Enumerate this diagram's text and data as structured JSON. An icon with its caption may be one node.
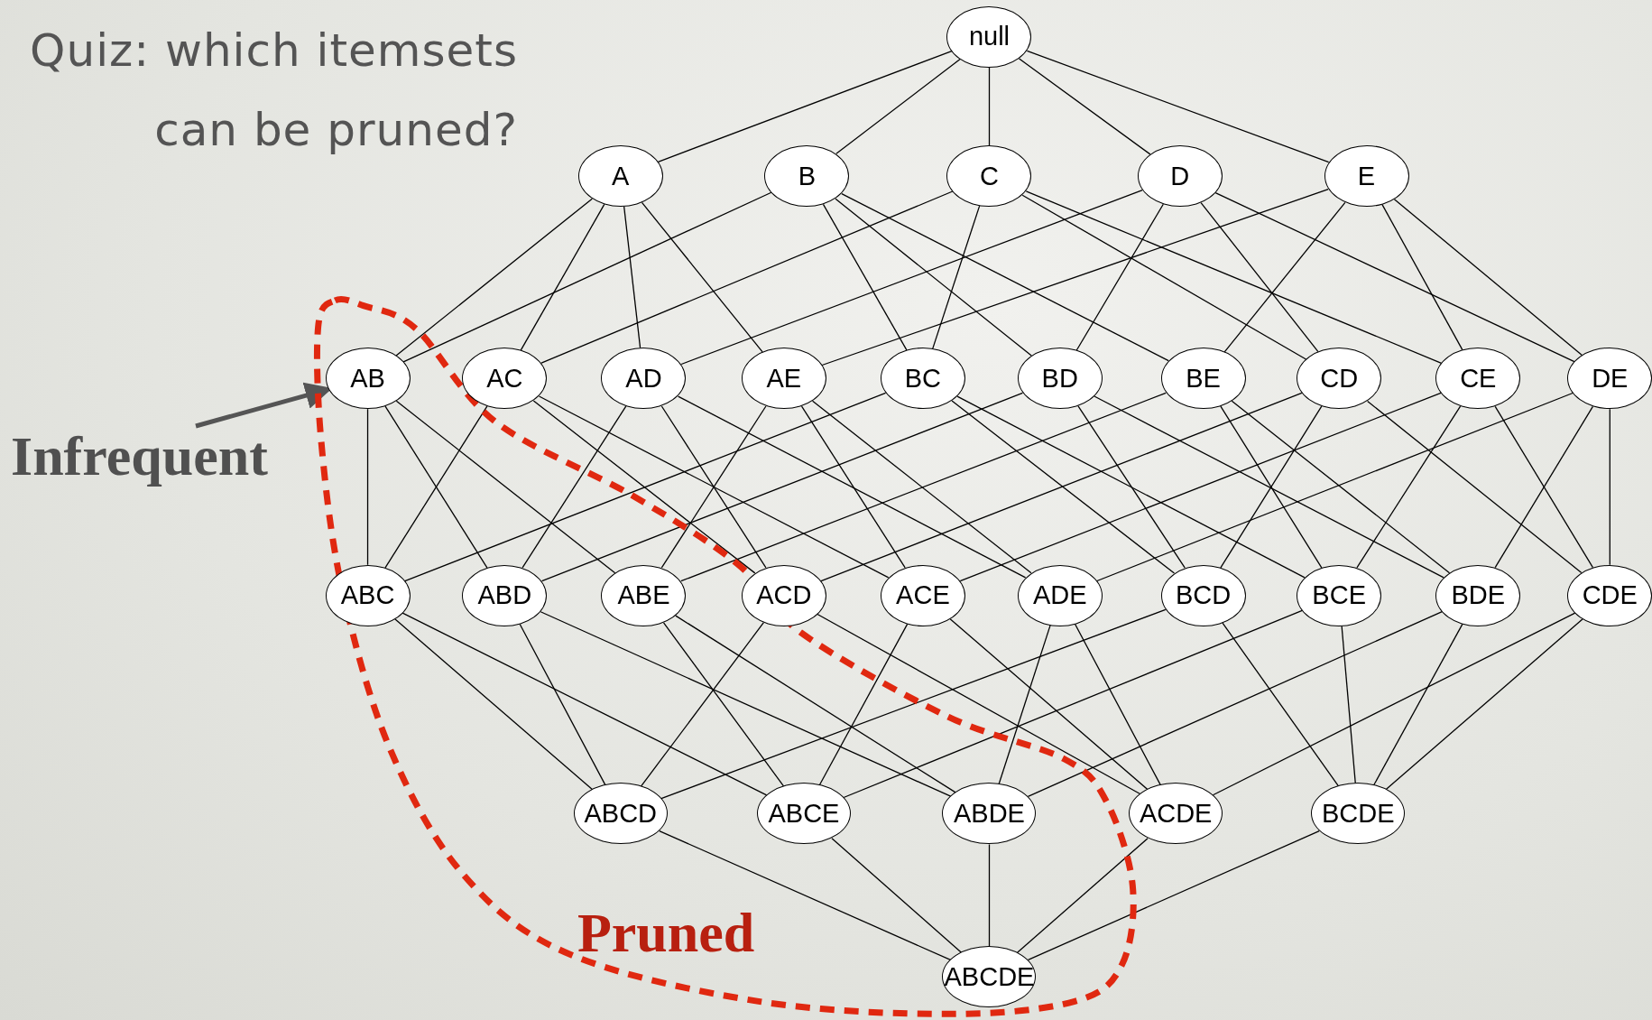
{
  "diagram": {
    "title": "Quiz: which itemsets can be pruned?",
    "nodes": [
      {
        "text": [
          "null"
        ]
      },
      {
        "text": [
          "A"
        ]
      },
      {
        "text": [
          "B"
        ]
      },
      {
        "text": [
          "C"
        ]
      },
      {
        "text": [
          "D"
        ]
      },
      {
        "text": [
          "E"
        ]
      },
      {
        "text": [
          "AB"
        ]
      },
      {
        "text": [
          "AC"
        ]
      },
      {
        "text": [
          "AD"
        ]
      },
      {
        "text": [
          "AE"
        ]
      },
      {
        "text": [
          "BC"
        ]
      },
      {
        "text": [
          "BD"
        ]
      },
      {
        "text": [
          "BE"
        ]
      },
      {
        "text": [
          "CD"
        ]
      },
      {
        "text": [
          "CE"
        ]
      },
      {
        "text": [
          "DE"
        ]
      },
      {
        "text": [
          "ABC"
        ]
      },
      {
        "text": [
          "ABD"
        ]
      },
      {
        "text": [
          "ABE"
        ]
      },
      {
        "text": [
          "ACD"
        ]
      },
      {
        "text": [
          "ACE"
        ]
      },
      {
        "text": [
          "ADE"
        ]
      },
      {
        "text": [
          "BCD"
        ]
      },
      {
        "text": [
          "BCE"
        ]
      },
      {
        "text": [
          "BDE"
        ]
      },
      {
        "text": [
          "CDE"
        ]
      },
      {
        "text": [
          "ABCD"
        ]
      },
      {
        "text": [
          "ABCE"
        ]
      },
      {
        "text": [
          "ABDE"
        ]
      },
      {
        "text": [
          "ACDE"
        ]
      },
      {
        "text": [
          "BCDE"
        ]
      },
      {
        "text": [
          "ABCDE"
        ]
      },
      {
        "text": [
          "Infrequent"
        ]
      }
    ],
    "edges": [
      {
        "from": 0,
        "to": 1,
        "arrow": "none"
      },
      {
        "from": 0,
        "to": 2,
        "arrow": "none"
      },
      {
        "from": 0,
        "to": 3,
        "arrow": "none"
      },
      {
        "from": 0,
        "to": 4,
        "arrow": "none"
      },
      {
        "from": 0,
        "to": 5,
        "arrow": "none"
      },
      {
        "from": 1,
        "to": 6,
        "arrow": "none"
      },
      {
        "from": 1,
        "to": 7,
        "arrow": "none"
      },
      {
        "from": 1,
        "to": 8,
        "arrow": "none"
      },
      {
        "from": 1,
        "to": 9,
        "arrow": "none"
      },
      {
        "from": 2,
        "to": 6,
        "arrow": "none"
      },
      {
        "from": 2,
        "to": 10,
        "arrow": "none"
      },
      {
        "from": 2,
        "to": 11,
        "arrow": "none"
      },
      {
        "from": 2,
        "to": 12,
        "arrow": "none"
      },
      {
        "from": 3,
        "to": 7,
        "arrow": "none"
      },
      {
        "from": 3,
        "to": 10,
        "arrow": "none"
      },
      {
        "from": 3,
        "to": 13,
        "arrow": "none"
      },
      {
        "from": 3,
        "to": 14,
        "arrow": "none"
      },
      {
        "from": 4,
        "to": 8,
        "arrow": "none"
      },
      {
        "from": 4,
        "to": 11,
        "arrow": "none"
      },
      {
        "from": 4,
        "to": 13,
        "arrow": "none"
      },
      {
        "from": 4,
        "to": 15,
        "arrow": "none"
      },
      {
        "from": 5,
        "to": 9,
        "arrow": "none"
      },
      {
        "from": 5,
        "to": 12,
        "arrow": "none"
      },
      {
        "from": 5,
        "to": 14,
        "arrow": "none"
      },
      {
        "from": 5,
        "to": 15,
        "arrow": "none"
      },
      {
        "from": 6,
        "to": 16,
        "arrow": "none"
      },
      {
        "from": 6,
        "to": 17,
        "arrow": "none"
      },
      {
        "from": 6,
        "to": 18,
        "arrow": "none"
      },
      {
        "from": 7,
        "to": 16,
        "arrow": "none"
      },
      {
        "from": 7,
        "to": 19,
        "arrow": "none"
      },
      {
        "from": 7,
        "to": 20,
        "arrow": "none"
      },
      {
        "from": 8,
        "to": 17,
        "arrow": "none"
      },
      {
        "from": 8,
        "to": 19,
        "arrow": "none"
      },
      {
        "from": 8,
        "to": 21,
        "arrow": "none"
      },
      {
        "from": 9,
        "to": 18,
        "arrow": "none"
      },
      {
        "from": 9,
        "to": 20,
        "arrow": "none"
      },
      {
        "from": 9,
        "to": 21,
        "arrow": "none"
      },
      {
        "from": 10,
        "to": 16,
        "arrow": "none"
      },
      {
        "from": 10,
        "to": 22,
        "arrow": "none"
      },
      {
        "from": 10,
        "to": 23,
        "arrow": "none"
      },
      {
        "from": 11,
        "to": 17,
        "arrow": "none"
      },
      {
        "from": 11,
        "to": 22,
        "arrow": "none"
      },
      {
        "from": 11,
        "to": 24,
        "arrow": "none"
      },
      {
        "from": 12,
        "to": 18,
        "arrow": "none"
      },
      {
        "from": 12,
        "to": 23,
        "arrow": "none"
      },
      {
        "from": 12,
        "to": 24,
        "arrow": "none"
      },
      {
        "from": 13,
        "to": 19,
        "arrow": "none"
      },
      {
        "from": 13,
        "to": 22,
        "arrow": "none"
      },
      {
        "from": 13,
        "to": 25,
        "arrow": "none"
      },
      {
        "from": 14,
        "to": 20,
        "arrow": "none"
      },
      {
        "from": 14,
        "to": 23,
        "arrow": "none"
      },
      {
        "from": 14,
        "to": 25,
        "arrow": "none"
      },
      {
        "from": 15,
        "to": 21,
        "arrow": "none"
      },
      {
        "from": 15,
        "to": 24,
        "arrow": "none"
      },
      {
        "from": 15,
        "to": 25,
        "arrow": "none"
      },
      {
        "from": 16,
        "to": 26,
        "arrow": "none"
      },
      {
        "from": 16,
        "to": 27,
        "arrow": "none"
      },
      {
        "from": 17,
        "to": 26,
        "arrow": "none"
      },
      {
        "from": 17,
        "to": 28,
        "arrow": "none"
      },
      {
        "from": 18,
        "to": 27,
        "arrow": "none"
      },
      {
        "from": 18,
        "to": 28,
        "arrow": "none"
      },
      {
        "from": 19,
        "to": 26,
        "arrow": "none"
      },
      {
        "from": 19,
        "to": 29,
        "arrow": "none"
      },
      {
        "from": 20,
        "to": 27,
        "arrow": "none"
      },
      {
        "from": 20,
        "to": 29,
        "arrow": "none"
      },
      {
        "from": 21,
        "to": 28,
        "arrow": "none"
      },
      {
        "from": 21,
        "to": 29,
        "arrow": "none"
      },
      {
        "from": 22,
        "to": 26,
        "arrow": "none"
      },
      {
        "from": 22,
        "to": 30,
        "arrow": "none"
      },
      {
        "from": 23,
        "to": 27,
        "arrow": "none"
      },
      {
        "from": 23,
        "to": 30,
        "arrow": "none"
      },
      {
        "from": 24,
        "to": 28,
        "arrow": "none"
      },
      {
        "from": 24,
        "to": 30,
        "arrow": "none"
      },
      {
        "from": 25,
        "to": 29,
        "arrow": "none"
      },
      {
        "from": 25,
        "to": 30,
        "arrow": "none"
      },
      {
        "from": 26,
        "to": 31,
        "arrow": "none"
      },
      {
        "from": 27,
        "to": 31,
        "arrow": "none"
      },
      {
        "from": 28,
        "to": 31,
        "arrow": "none"
      },
      {
        "from": 29,
        "to": 31,
        "arrow": "none"
      },
      {
        "from": 30,
        "to": 31,
        "arrow": "none"
      },
      {
        "from": 32,
        "to": 6,
        "arrow": "to",
        "style": "thick",
        "color": "#555555"
      }
    ],
    "labels": [
      "Pruned"
    ]
  }
}
